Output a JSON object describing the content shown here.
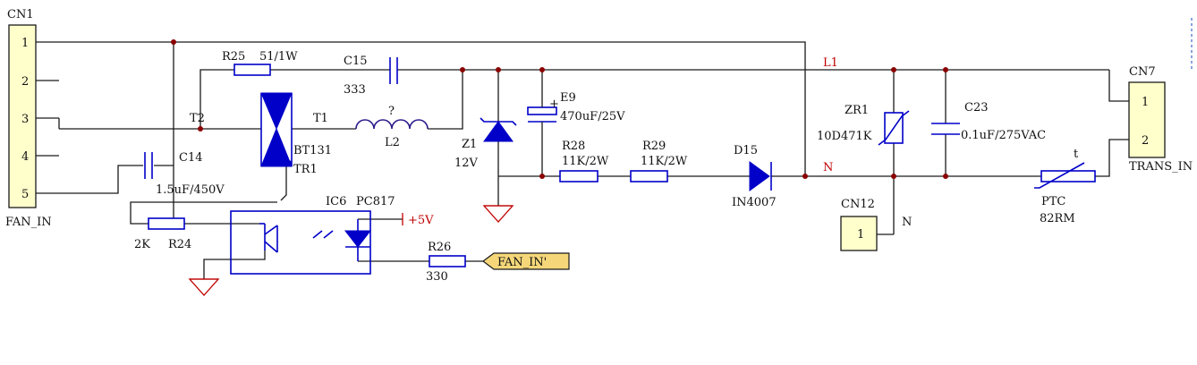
{
  "connectors": {
    "cn1": {
      "ref": "CN1",
      "name": "FAN_IN",
      "pins": [
        "1",
        "2",
        "3",
        "4",
        "5"
      ]
    },
    "cn7": {
      "ref": "CN7",
      "name": "TRANS_IN",
      "pins": [
        "1",
        "2"
      ]
    },
    "cn12": {
      "ref": "CN12",
      "pins": [
        "1"
      ]
    }
  },
  "components": {
    "r25": {
      "ref": "R25",
      "value": "51/1W"
    },
    "c15": {
      "ref": "C15",
      "value": "333"
    },
    "l2": {
      "ref": "L2",
      "value": "?"
    },
    "tr1": {
      "ref": "TR1",
      "value": "BT131",
      "t1": "T1",
      "t2": "T2"
    },
    "c14": {
      "ref": "C14",
      "value": "1.5uF/450V"
    },
    "r24": {
      "ref": "R24",
      "value": "2K"
    },
    "ic6": {
      "ref": "IC6",
      "value": "PC817"
    },
    "r26": {
      "ref": "R26",
      "value": "330"
    },
    "z1": {
      "ref": "Z1",
      "value": "12V"
    },
    "e9": {
      "ref": "E9",
      "value": "470uF/25V",
      "polarity": "+"
    },
    "r28": {
      "ref": "R28",
      "value": "11K/2W"
    },
    "r29": {
      "ref": "R29",
      "value": "11K/2W"
    },
    "d15": {
      "ref": "D15",
      "value": "IN4007"
    },
    "zr1": {
      "ref": "ZR1",
      "value": "10D471K"
    },
    "c23": {
      "ref": "C23",
      "value": "0.1uF/275VAC"
    },
    "ptc": {
      "ref": "PTC",
      "value": "82RM",
      "symbol": "t"
    }
  },
  "nets": {
    "l1": "L1",
    "n": "N",
    "n_cn12": "N",
    "vcc": "+5V",
    "fan_in_port": "FAN_IN'"
  },
  "colors": {
    "wire": "#1a1a1a",
    "component": "#0000c8",
    "net_label": "#c00000",
    "junction": "#8b0000",
    "connector_fill": "#ffffcc",
    "port_fill": "#f5d77a"
  }
}
